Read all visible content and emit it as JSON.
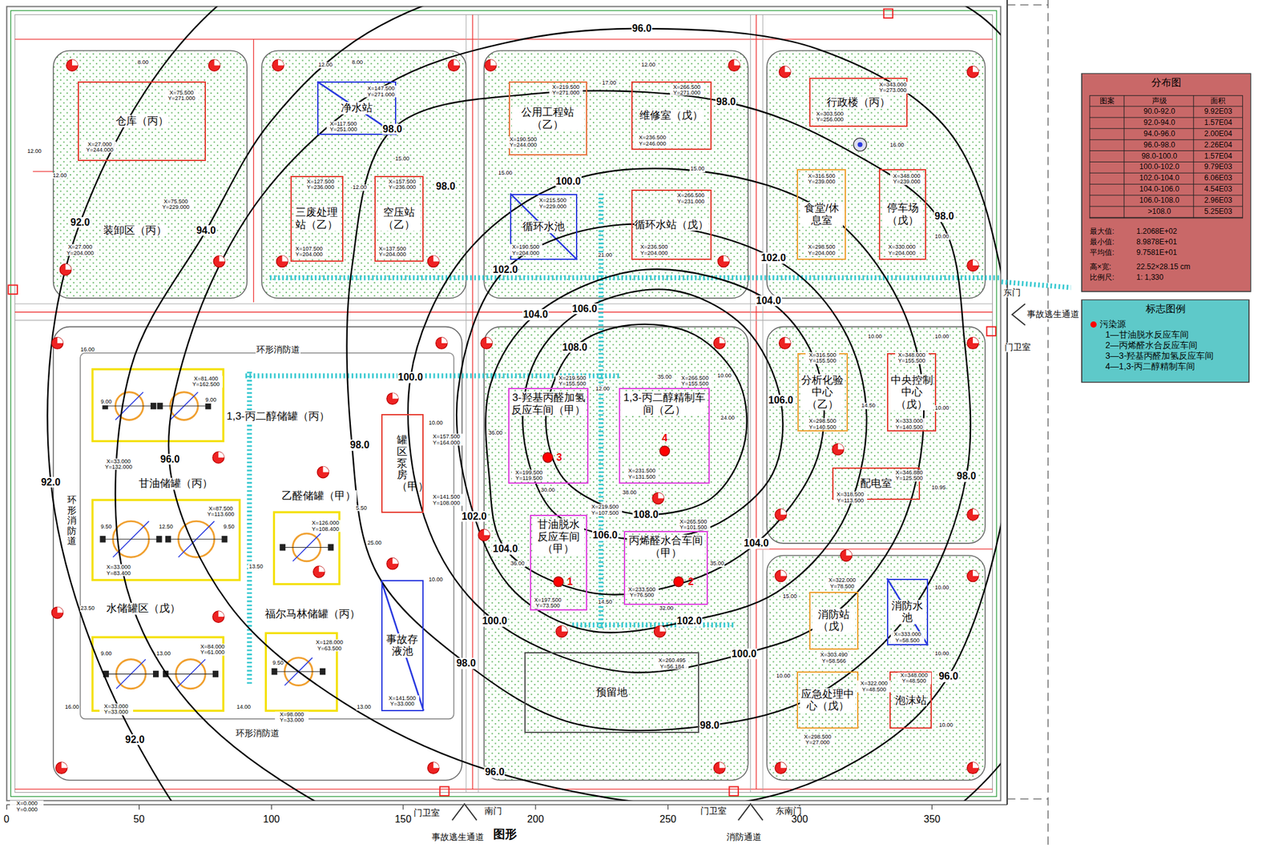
{
  "diagram": {
    "caption": "图形",
    "nodes": [
      {
        "text": [
          "仓库（丙）"
        ]
      },
      {
        "text": [
          "净水站"
        ]
      },
      {
        "text": [
          "三废处理站（乙）"
        ]
      },
      {
        "text": [
          "空压站（乙）"
        ]
      },
      {
        "text": [
          "公用工程站（乙）"
        ]
      },
      {
        "text": [
          "维修室（戊）"
        ]
      },
      {
        "text": [
          "循环水池"
        ]
      },
      {
        "text": [
          "循环水站（戊）"
        ]
      },
      {
        "text": [
          "行政楼（丙）"
        ]
      },
      {
        "text": [
          "食堂/休息室"
        ]
      },
      {
        "text": [
          "停车场（戊）"
        ]
      },
      {
        "text": [
          "罐区泵房（甲）"
        ]
      },
      {
        "text": [
          "事故存液池"
        ]
      },
      {
        "text": [
          "3-羟基丙醛加氢反应车间（甲）"
        ]
      },
      {
        "text": [
          "1,3-丙二醇精制车间（乙）"
        ]
      },
      {
        "text": [
          "甘油脱水反应车间（甲）"
        ]
      },
      {
        "text": [
          "丙烯醛水合车间（甲）"
        ]
      },
      {
        "text": [
          "预留地"
        ]
      },
      {
        "text": [
          "分析化验中心（乙）"
        ]
      },
      {
        "text": [
          "中央控制中心（戊）"
        ]
      },
      {
        "text": [
          "配电室"
        ]
      },
      {
        "text": [
          "消防站（戊）"
        ]
      },
      {
        "text": [
          "消防水池"
        ]
      },
      {
        "text": [
          "应急处理中心（戊）"
        ]
      },
      {
        "text": [
          "泡沫站"
        ]
      },
      {
        "text": [
          "分布图"
        ]
      },
      {
        "text": [
          "标志图例"
        ]
      }
    ],
    "labels": [
      "96.0",
      "98.0",
      "98.0",
      "94.0",
      "92.0",
      "98.0",
      "100.0",
      "102.0",
      "102.0",
      "98.0",
      "104.0",
      "106.0",
      "104.0",
      "108.0",
      "100.0",
      "98.0",
      "106.0",
      "98.0",
      "92.0",
      "96.0",
      "102.0",
      "108.0",
      "106.0",
      "104.0",
      "104.0",
      "100.0",
      "102.0",
      "96.0",
      "100.0",
      "98.0",
      "98.0",
      "92.0",
      "96.0",
      "装卸区（丙）",
      "1,3-丙二醇储罐（丙）",
      "甘油储罐（丙）",
      "乙醛储罐（甲）",
      "福尔马林储罐（丙）",
      "水储罐区（戊）",
      "环形消防道",
      "环形消防道",
      "环形消防道",
      "东门",
      "门卫室",
      "事故逃生通道",
      "门卫室",
      "南门",
      "事故逃生通道",
      "门卫室",
      "东南门",
      "消防通道",
      "0",
      "50",
      "100",
      "150",
      "200",
      "250",
      "300",
      "350",
      "X=0.000 Y=0.000",
      "1",
      "2",
      "3",
      "4",
      "8.00",
      "12.00",
      "12.00",
      "12.00",
      "8.00",
      "12.00",
      "15.00",
      "17.00",
      "12.00",
      "15.00",
      "15.00",
      "21.00",
      "16.00",
      "10.00",
      "16.00",
      "9.00",
      "9.00",
      "9.50",
      "12.50",
      "9.50",
      "23.50",
      "9.00",
      "13.00",
      "13.50",
      "9.50",
      "5.50",
      "10.00",
      "10.00",
      "25.00",
      "16.00",
      "14.00",
      "13.00",
      "12.00",
      "35.00",
      "10.00",
      "24.00",
      "36.00",
      "30.00",
      "38.00",
      "36.00",
      "14.50",
      "32.00",
      "35.00",
      "10.00",
      "10.00",
      "14.50",
      "10.00",
      "10.95",
      "15.00",
      "10.00",
      "10.00",
      "10.00",
      "10.00",
      "X=75.500 Y=271.000",
      "X=27.000 Y=244.000",
      "X=75.500 Y=229.000",
      "X=27.000 Y=204.000",
      "X=147.500 Y=271.000",
      "X=117.500 Y=251.000",
      "X=127.500 Y=236.000",
      "X=107.500 Y=204.000",
      "X=157.500 Y=236.000",
      "X=137.500 Y=204.000",
      "X=219.500 Y=271.000",
      "X=190.500 Y=244.000",
      "X=266.500 Y=271.000",
      "X=236.500 Y=246.000",
      "X=215.500 Y=229.000",
      "X=190.500 Y=204.000",
      "X=266.500 Y=231.000",
      "X=236.500 Y=204.000",
      "X=343.000 Y=273.000",
      "X=303.500 Y=256.000",
      "X=316.500 Y=239.000",
      "X=298.500 Y=204.000",
      "X=348.000 Y=239.000",
      "X=330.000 Y=204.000",
      "X=81.400 Y=162.500",
      "X=33.000 Y=132.000",
      "X=87.500 Y=113.600",
      "X=33.000 Y=83.400",
      "X=126.000 Y=108.400",
      "X=84.000 Y=61.000",
      "X=33.000 Y=33.000",
      "X=128.000 Y=63.500",
      "X=98.000 Y=33.000",
      "X=157.500 Y=164.000",
      "X=141.500 Y=108.000",
      "X=141.500 Y=33.000",
      "X=219.500 Y=155.500",
      "X=199.500 Y=119.500",
      "X=266.500 Y=155.500",
      "X=231.500 Y=131.500",
      "X=219.500 Y=107.500",
      "X=197.500 Y=73.500",
      "X=265.500 Y=101.500",
      "X=233.500 Y=76.500",
      "X=260.495 Y=56.184",
      "X=316.500 Y=155.500",
      "X=298.500 Y=140.500",
      "X=348.000 Y=155.500",
      "X=333.000 Y=140.500",
      "X=346.880 Y=125.500",
      "X=318.500 Y=113.500",
      "X=322.000 Y=78.500",
      "X=303.490 Y=58.566",
      "X=333.000 Y=58.500",
      "X=322.000 Y=48.500",
      "X=298.500 Y=27.000",
      "X=348.000 Y=48.500",
      "图案",
      "声级",
      "面积",
      "90.0-92.0",
      "9.92E03",
      "92.0-94.0",
      "1.57E04",
      "94.0-96.0",
      "2.00E04",
      "96.0-98.0",
      "2.26E04",
      "98.0-100.0",
      "1.57E04",
      "100.0-102.0",
      "9.79E03",
      "102.0-104.0",
      "6.06E03",
      "104.0-106.0",
      "4.54E03",
      "106.0-108.0",
      "2.96E03",
      ">108.0",
      "5.25E03",
      "最大值:",
      "1.2068E+02",
      "最小值:",
      "8.9878E+01",
      "平均值:",
      "9.7581E+01",
      "高×宽:",
      "22.52×28.15 cm",
      "比例尺:",
      "1: 1,330",
      "1—甘油脱水反应车间",
      "2—丙烯醛水合反应车间",
      "3—3-羟基丙醛加氢反应车间",
      "4—1,3-丙二醇精制车间"
    ],
    "legend": [
      {
        "text": "污染源",
        "color": "#ff0000"
      }
    ]
  }
}
